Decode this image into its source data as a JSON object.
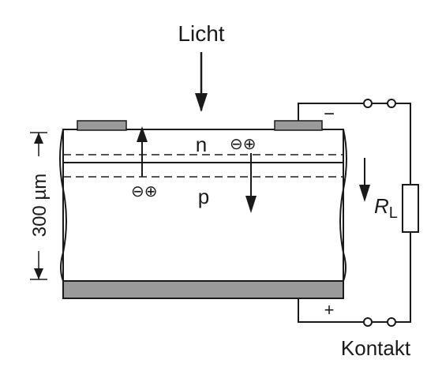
{
  "labels": {
    "light": "Licht",
    "n_region": "n",
    "p_region": "p",
    "thickness": "300 µm",
    "resistor_main": "R",
    "resistor_sub": "L",
    "minus": "−",
    "plus": "+",
    "contact": "Kontakt",
    "carriers_top": "⊖⊕",
    "carriers_bottom": "⊖⊕"
  },
  "colors": {
    "line": "#1a1a1a",
    "contact_fill": "#9a9a9a",
    "wafer_fill": "#ffffff",
    "background": "#ffffff"
  }
}
